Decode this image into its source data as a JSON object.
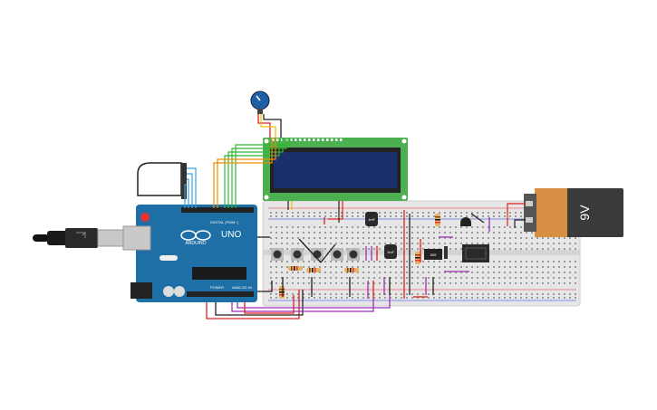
{
  "arduino": {
    "brand_label": "ARDUINO",
    "model_label": "UNO",
    "digital_label": "DIGITAL (PWM~)",
    "power_label": "POWER",
    "analog_label": "ANALOG IN"
  },
  "battery": {
    "voltage_label": "9V"
  },
  "capacitors": {
    "label": "1mF"
  },
  "ic": {
    "label": "555"
  },
  "colors": {
    "arduino_blue": "#1d6fa5",
    "lcd_pcb": "#4caf50",
    "lcd_screen": "#1a2f6b",
    "breadboard": "#e8e8e8",
    "battery_body": "#3a3a3a",
    "battery_cap": "#d98f43",
    "wire_green": "#2eb82e",
    "wire_orange": "#f08c00",
    "wire_red": "#e02020",
    "wire_purple": "#9a2fb0",
    "wire_blue": "#3aa0e0",
    "wire_black": "#222222"
  }
}
